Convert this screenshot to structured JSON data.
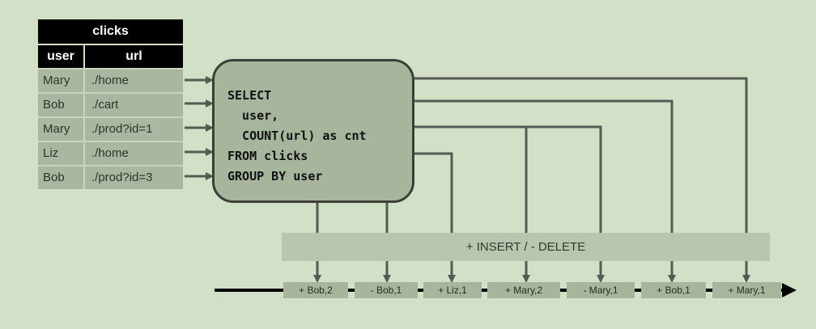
{
  "table": {
    "title": "clicks",
    "columns": [
      "user",
      "url"
    ],
    "rows": [
      {
        "user": "Mary",
        "url": "./home"
      },
      {
        "user": "Bob",
        "url": "./cart"
      },
      {
        "user": "Mary",
        "url": "./prod?id=1"
      },
      {
        "user": "Liz",
        "url": "./home"
      },
      {
        "user": "Bob",
        "url": "./prod?id=3"
      }
    ]
  },
  "query": {
    "lines": [
      "SELECT",
      "  user,",
      "  COUNT(url) as cnt",
      "FROM clicks",
      "GROUP BY user"
    ]
  },
  "band": {
    "label": "+ INSERT / - DELETE"
  },
  "events": [
    "+ Bob,2",
    "- Bob,1",
    "+ Liz,1",
    "+ Mary,2",
    "- Mary,1",
    "+ Bob,1",
    "+ Mary,1"
  ],
  "colors": {
    "background": "#d3e0c8",
    "line": "#555a52",
    "table_header": "#000000",
    "table_cell": "#a9b7a0",
    "query_box": "#a6b59c",
    "band": "#b9c6ae"
  }
}
